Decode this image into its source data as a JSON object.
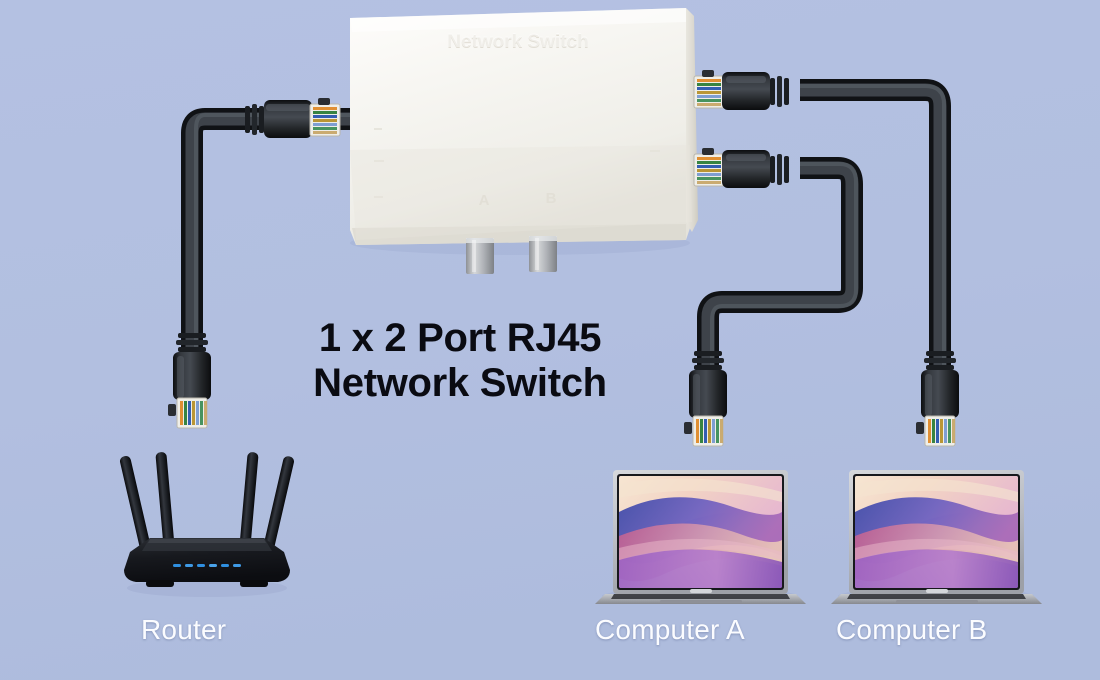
{
  "scene": {
    "background_color": "#b3c0e0",
    "type": "product-wiring-diagram"
  },
  "title": {
    "line1": "1 x 2 Port RJ45",
    "line2": "Network Switch",
    "color": "#0a0b12"
  },
  "device": {
    "name": "network-switch",
    "body_color": "#f4f3ef",
    "embossed_label": "Network Switch",
    "port_marks": {
      "a": "A",
      "b": "B"
    },
    "input_ports": 1,
    "output_ports": 2
  },
  "labels": {
    "router": "Router",
    "computer_a": "Computer A",
    "computer_b": "Computer B",
    "color": "#fbfcff"
  },
  "devices": [
    {
      "id": "router",
      "label": "Router",
      "color": "#121318",
      "antennas": 4,
      "led_color": "#2f8fe0"
    },
    {
      "id": "computer-a",
      "label": "Computer A",
      "color": "#b9bcc2",
      "screen": "abstract-waves"
    },
    {
      "id": "computer-b",
      "label": "Computer B",
      "color": "#b9bcc2",
      "screen": "abstract-waves"
    }
  ],
  "cables": [
    {
      "id": "cable-router",
      "from": "switch-input-port",
      "to": "router",
      "color": "#272a2e"
    },
    {
      "id": "cable-computer-a",
      "from": "switch-port-a",
      "to": "computer-a",
      "color": "#272a2e"
    },
    {
      "id": "cable-computer-b",
      "from": "switch-port-b",
      "to": "computer-b",
      "color": "#272a2e"
    }
  ],
  "connectors": {
    "type": "RJ45",
    "boot_color": "#17181c",
    "plug_color": "#efeee8",
    "wire_colors": [
      "#e08a2a",
      "#2f7f3a",
      "#2a57b0",
      "#b8922c",
      "#7a9ad0",
      "#c9a86a",
      "#3f8f58",
      "#d9d6cc"
    ]
  }
}
